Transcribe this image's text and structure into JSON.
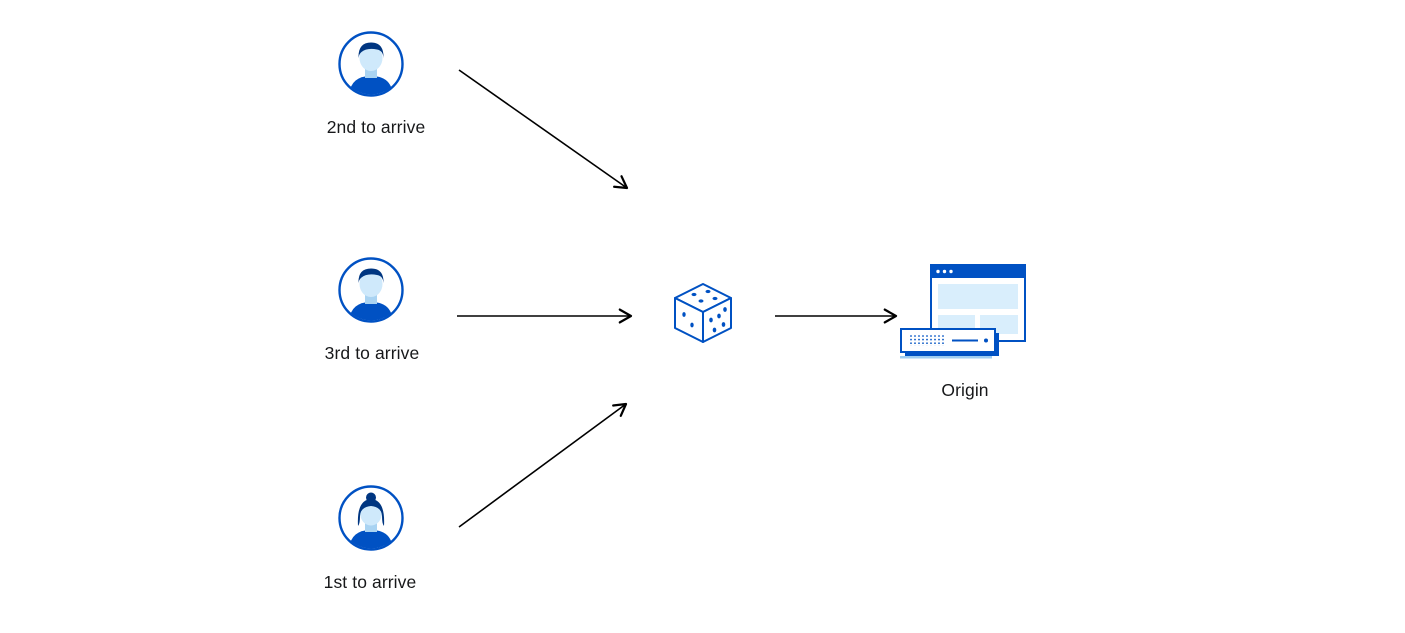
{
  "diagram": {
    "clients": [
      {
        "id": "client-2nd",
        "label": "2nd to arrive",
        "icon": "male-user-avatar-icon"
      },
      {
        "id": "client-3rd",
        "label": "3rd to arrive",
        "icon": "male-user-avatar-icon"
      },
      {
        "id": "client-1st",
        "label": "1st to arrive",
        "icon": "female-user-avatar-icon"
      }
    ],
    "selector": {
      "id": "dice",
      "icon": "dice-icon"
    },
    "origin": {
      "id": "origin",
      "label": "Origin",
      "icon": "browser-and-server-icon"
    },
    "edges": [
      {
        "from": "client-2nd",
        "to": "dice"
      },
      {
        "from": "client-3rd",
        "to": "dice"
      },
      {
        "from": "client-1st",
        "to": "dice"
      },
      {
        "from": "dice",
        "to": "origin"
      }
    ],
    "colors": {
      "primary_blue": "#0051c3",
      "dark_navy": "#003681",
      "light_blue_fill": "#d9eefc",
      "face_light": "#cfe9fb",
      "arrow": "#000000",
      "text": "#17181a",
      "background": "#ffffff"
    }
  }
}
